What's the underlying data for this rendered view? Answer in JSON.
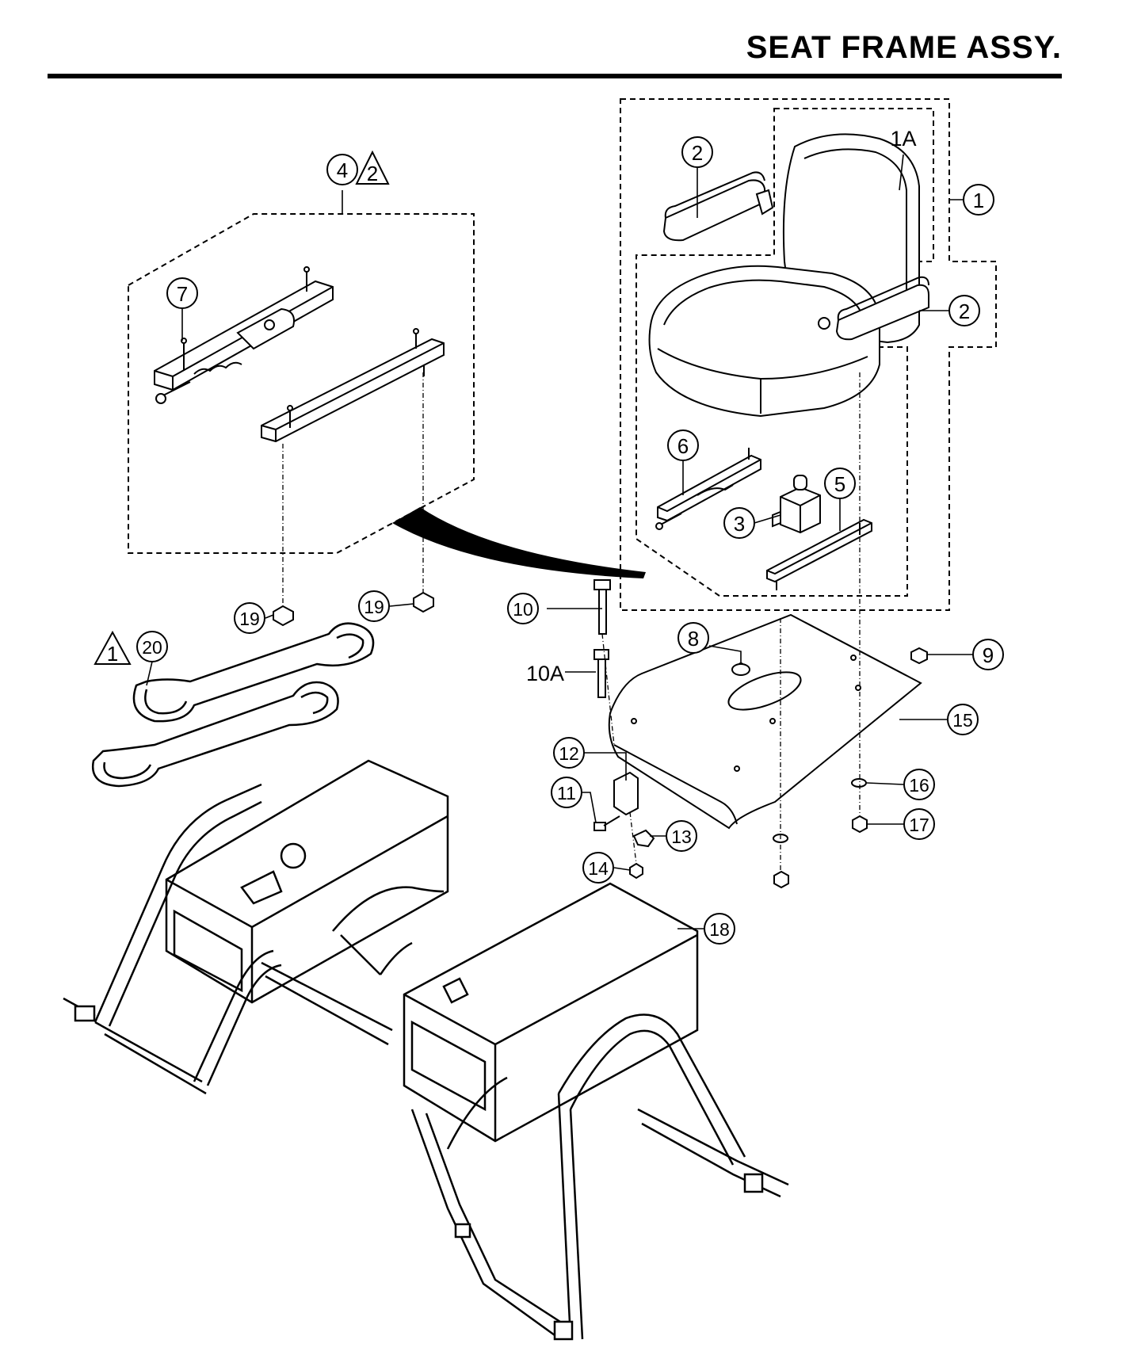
{
  "title": "SEAT FRAME ASSY.",
  "callouts": {
    "c1": "1",
    "c1a": "1A",
    "c2a": "2",
    "c2b": "2",
    "c3": "3",
    "c4": "4",
    "c5": "5",
    "c6": "6",
    "c7": "7",
    "c8": "8",
    "c9": "9",
    "c10": "10",
    "c10a": "10A",
    "c11": "11",
    "c12": "12",
    "c13": "13",
    "c14": "14",
    "c15": "15",
    "c16": "16",
    "c17": "17",
    "c18": "18",
    "c19a": "19",
    "c19b": "19",
    "c20": "20"
  },
  "notes": {
    "n1": "1",
    "n2": "2"
  }
}
